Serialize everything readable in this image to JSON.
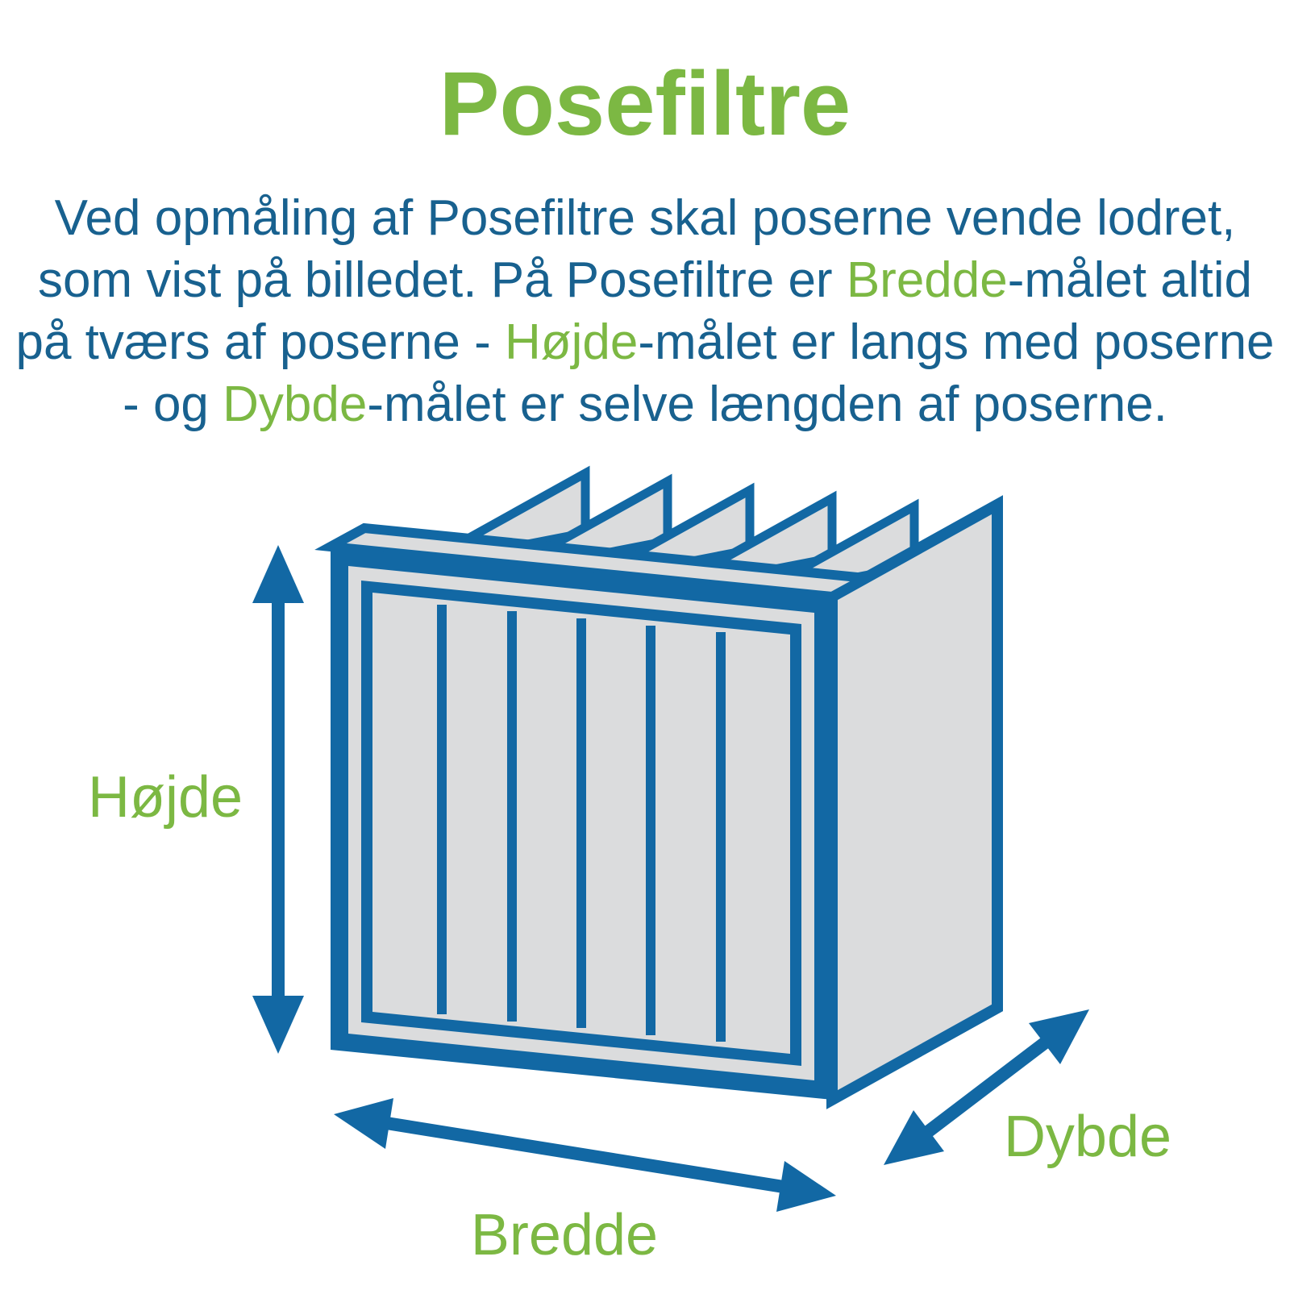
{
  "title": "Posefiltre",
  "paragraph": {
    "line1": "Ved opmåling af Posefiltre skal poserne vende lodret,",
    "line2_pre": "som vist på billedet. På Posefiltre er ",
    "line2_green": "Bredde",
    "line2_post": "-målet altid",
    "line3_pre": "på tværs af poserne - ",
    "line3_green": "Højde",
    "line3_post": "-målet er langs med poserne",
    "line4_pre": "- og ",
    "line4_green": "Dybde",
    "line4_post": "-målet er selve længden af poserne."
  },
  "diagram": {
    "height_label": "Højde",
    "width_label": "Bredde",
    "depth_label": "Dybde",
    "bag_count": 6
  },
  "colors": {
    "green_accent": "#7CB843",
    "text_blue": "#18618F",
    "diagram_blue": "#1268A4",
    "filter_gray": "#DBDCDD",
    "background": "#FFFFFF"
  }
}
